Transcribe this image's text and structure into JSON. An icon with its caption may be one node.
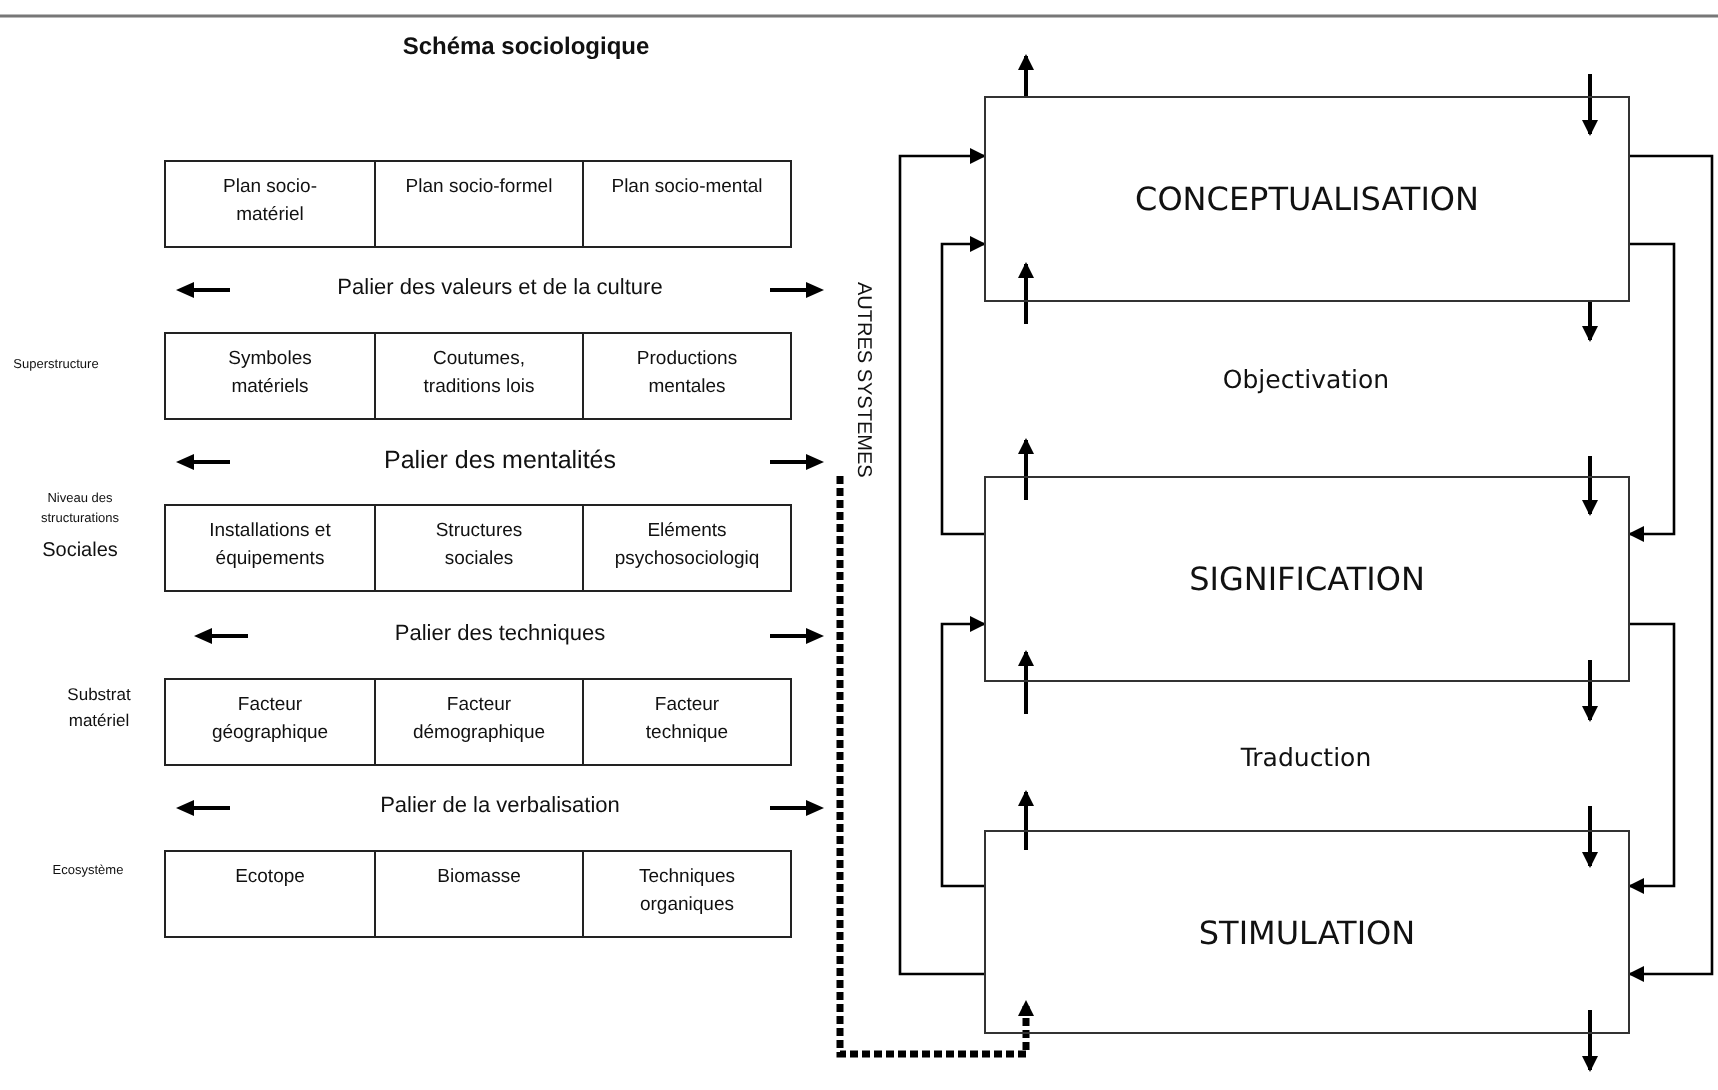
{
  "diagram": {
    "title": "Schéma sociologique",
    "nodes": [
      {
        "text": [
          "Plan socio-matériel"
        ]
      },
      {
        "text": [
          "Plan socio-formel"
        ]
      },
      {
        "text": [
          "Plan socio-mental"
        ]
      },
      {
        "text": [
          "Symboles matériels"
        ]
      },
      {
        "text": [
          "Coutumes, traditions lois"
        ]
      },
      {
        "text": [
          "Productions mentales"
        ]
      },
      {
        "text": [
          "Installations et équipements"
        ]
      },
      {
        "text": [
          "Structures sociales"
        ]
      },
      {
        "text": [
          "Eléments psychosociologiq"
        ]
      },
      {
        "text": [
          "Facteur géographique"
        ]
      },
      {
        "text": [
          "Facteur démographique"
        ]
      },
      {
        "text": [
          "Facteur technique"
        ]
      },
      {
        "text": [
          "Ecotope"
        ]
      },
      {
        "text": [
          "Biomasse"
        ]
      },
      {
        "text": [
          "Techniques organiques"
        ]
      },
      {
        "text": [
          "CONCEPTUALISATION"
        ]
      },
      {
        "text": [
          "SIGNIFICATION"
        ]
      },
      {
        "text": [
          "STIMULATION"
        ]
      },
      {
        "text": [
          "AUTRES SYSTEMES"
        ]
      }
    ],
    "edges": [
      {
        "from": 17,
        "to": 15,
        "arrow": "to"
      },
      {
        "from": 16,
        "to": 15,
        "arrow": "to"
      },
      {
        "from": 17,
        "to": 16,
        "arrow": "to"
      },
      {
        "from": 15,
        "to": 17,
        "arrow": "to"
      },
      {
        "from": 15,
        "to": 16,
        "arrow": "to"
      },
      {
        "from": 16,
        "to": 17,
        "arrow": "to"
      },
      {
        "from": 18,
        "to": 17,
        "arrow": "to",
        "style": "dashed"
      },
      {
        "from": 15,
        "to": null,
        "arrow": "to"
      },
      {
        "from": null,
        "to": 15,
        "arrow": "to"
      },
      {
        "from": 16,
        "to": null,
        "arrow": "to"
      },
      {
        "from": null,
        "to": 16,
        "arrow": "to"
      },
      {
        "from": 17,
        "to": null,
        "arrow": "to"
      },
      {
        "from": null,
        "to": 15,
        "arrow": "to"
      },
      {
        "from": 15,
        "to": null,
        "arrow": "to"
      },
      {
        "from": null,
        "to": 16,
        "arrow": "to"
      },
      {
        "from": 16,
        "to": null,
        "arrow": "to"
      },
      {
        "from": null,
        "to": 17,
        "arrow": "to"
      },
      {
        "from": 17,
        "to": null,
        "arrow": "to"
      }
    ],
    "labels": [
      "Palier des valeurs et de la culture",
      "Superstructure",
      "Palier des mentalités",
      "Niveau des structurations",
      "Sociales",
      "Palier des techniques",
      "Substrat matériel",
      "Palier de la verbalisation",
      "Ecosystème",
      "Objectivation",
      "Traduction"
    ]
  }
}
